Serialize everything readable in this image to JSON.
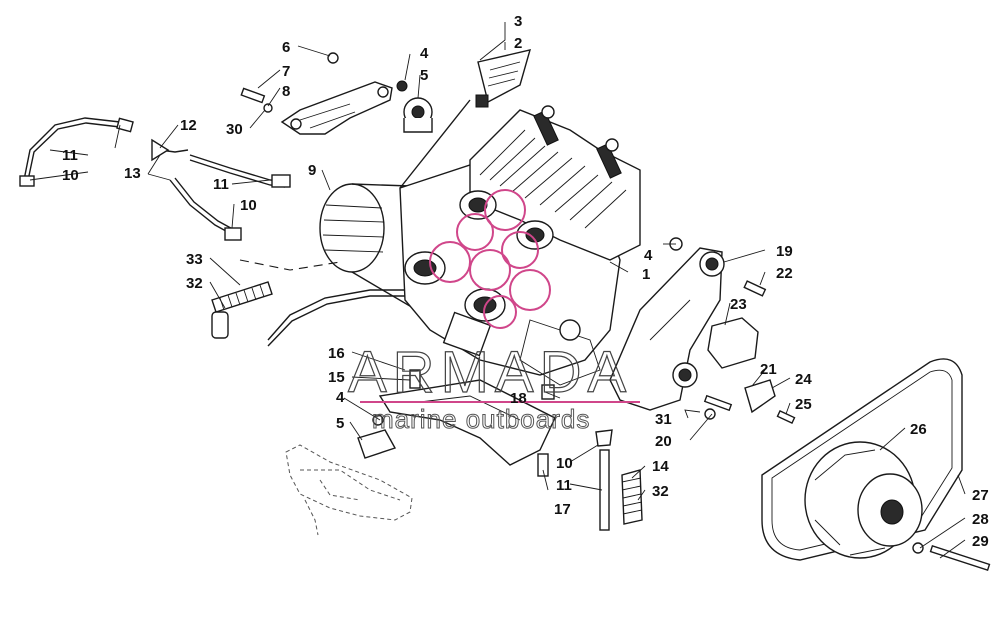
{
  "watermark": {
    "brand": "ARMADA",
    "tagline": "marine outboards",
    "accent_color": "#d0468a"
  },
  "callouts": {
    "c1": "1",
    "c2": "2",
    "c3": "3",
    "c4a": "4",
    "c4b": "4",
    "c4c": "4",
    "c5a": "5",
    "c5b": "5",
    "c6": "6",
    "c7": "7",
    "c8": "8",
    "c9": "9",
    "c10a": "10",
    "c10b": "10",
    "c10c": "10",
    "c11a": "11",
    "c11b": "11",
    "c11c": "11",
    "c12": "12",
    "c13": "13",
    "c14": "14",
    "c15": "15",
    "c16": "16",
    "c17": "17",
    "c18": "18",
    "c19": "19",
    "c20": "20",
    "c21": "21",
    "c22": "22",
    "c23": "23",
    "c24": "24",
    "c25": "25",
    "c26": "26",
    "c27": "27",
    "c28": "28",
    "c29": "29",
    "c30": "30",
    "c31": "31",
    "c32a": "32",
    "c32b": "32",
    "c33": "33"
  }
}
